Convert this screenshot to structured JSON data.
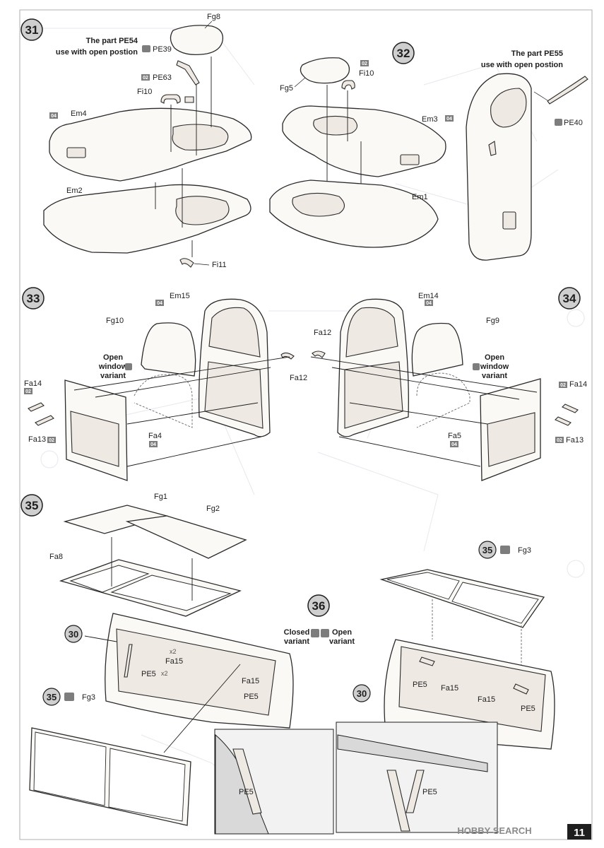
{
  "page_number": "11",
  "watermark": "HOBBY SEARCH",
  "steps": [
    {
      "number": "31",
      "note_line1": "The part PE54",
      "note_line2": "use with open postion"
    },
    {
      "number": "32",
      "note_line1": "The part PE55",
      "note_line2": "use with open postion"
    },
    {
      "number": "33",
      "variant_line1": "Open",
      "variant_line2": "window",
      "variant_line3": "variant"
    },
    {
      "number": "34",
      "variant_line1": "Open",
      "variant_line2": "window",
      "variant_line3": "variant"
    },
    {
      "number": "35"
    },
    {
      "number": "36",
      "closed_line1": "Closed",
      "closed_line2": "variant",
      "open_line1": "Open",
      "open_line2": "variant"
    }
  ],
  "refs": {
    "r30": "30",
    "r35": "35"
  },
  "labels": {
    "fg8": "Fg8",
    "pe39": "PE39",
    "pe63": "PE63",
    "fi10": "Fi10",
    "em4": "Em4",
    "em2": "Em2",
    "fi11": "Fi11",
    "fg5": "Fg5",
    "em3": "Em3",
    "em1": "Em1",
    "pe40": "PE40",
    "em15": "Em15",
    "fg10": "Fg10",
    "fa14": "Fa14",
    "fa13": "Fa13",
    "fa4": "Fa4",
    "fa12": "Fa12",
    "em14": "Em14",
    "fg9": "Fg9",
    "fa5": "Fa5",
    "fg1": "Fg1",
    "fg2": "Fg2",
    "fa8": "Fa8",
    "fg3": "Fg3",
    "fa15": "Fa15",
    "pe5": "PE5",
    "x2": "x2"
  },
  "badges": {
    "b04": "04",
    "b02": "02"
  },
  "colors": {
    "badge": "#7d7d7d",
    "ink": "#1e1e1e",
    "step_circle": "#cfcfcf",
    "paper": "#ffffff"
  }
}
